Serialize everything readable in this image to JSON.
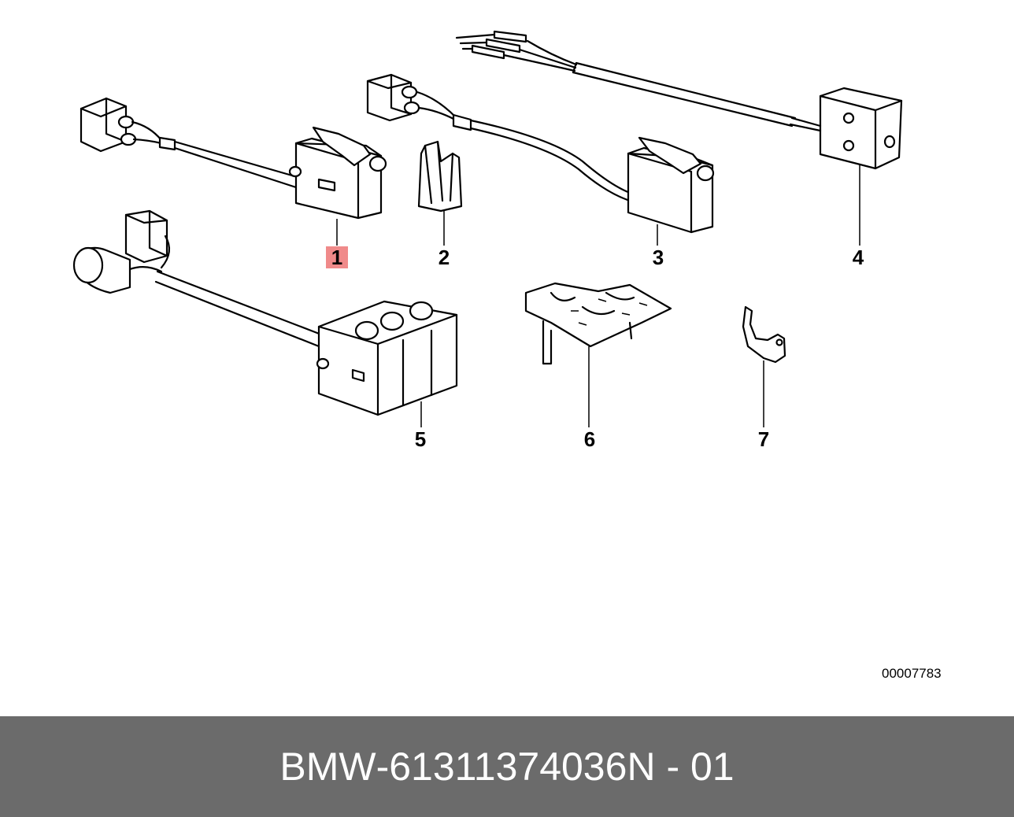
{
  "callouts": [
    {
      "id": "1",
      "label": "1",
      "highlighted": true
    },
    {
      "id": "2",
      "label": "2",
      "highlighted": false
    },
    {
      "id": "3",
      "label": "3",
      "highlighted": false
    },
    {
      "id": "4",
      "label": "4",
      "highlighted": false
    },
    {
      "id": "5",
      "label": "5",
      "highlighted": false
    },
    {
      "id": "6",
      "label": "6",
      "highlighted": false
    },
    {
      "id": "7",
      "label": "7",
      "highlighted": false
    }
  ],
  "reference_code": "00007783",
  "footer": {
    "brand": "BMW",
    "separator": "-",
    "part_number": "61311374036",
    "suffix": "N - 01"
  },
  "colors": {
    "footer_background": "#6b6b6b",
    "footer_text": "#ffffff",
    "highlight": "#f08a8a"
  }
}
